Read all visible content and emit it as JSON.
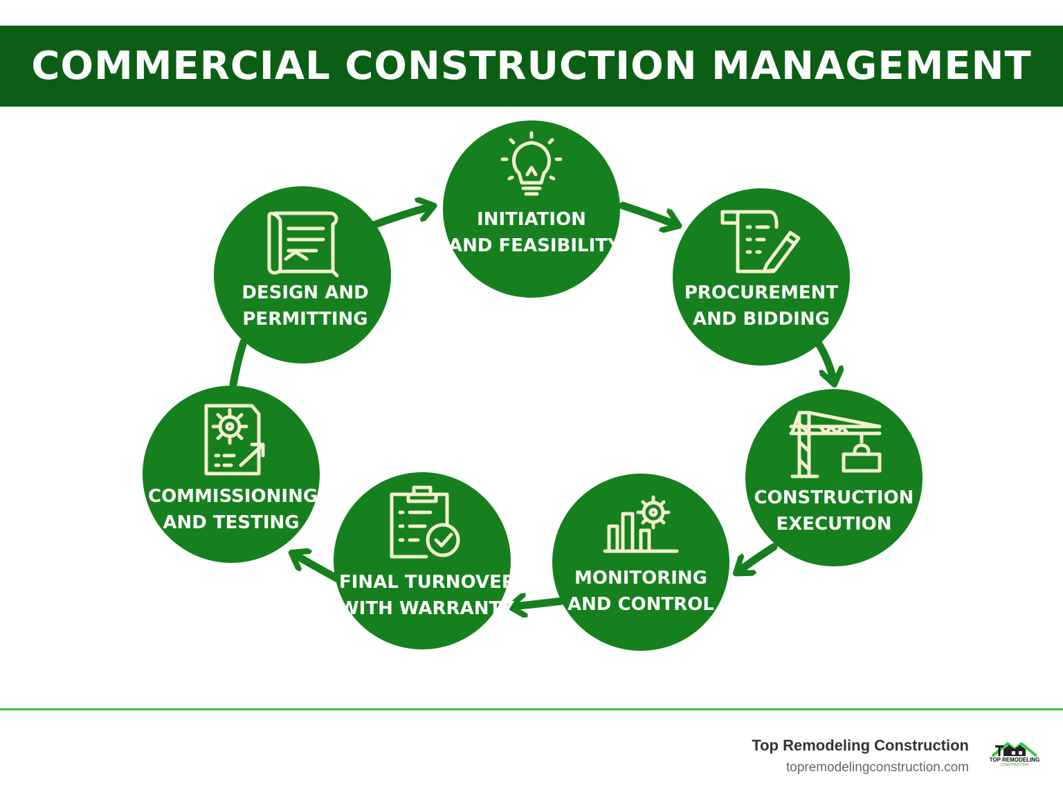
{
  "title": "COMMERCIAL CONSTRUCTION MANAGEMENT",
  "colors": {
    "header_bg": "#0b5f15",
    "node_fill": "#15801d",
    "arrow": "#15801d",
    "icon_stroke": "#f3f0cf",
    "footer_line": "#3ec23e"
  },
  "steps": [
    {
      "id": "initiation",
      "line1": "INITIATION",
      "line2": "AND FEASIBILITY",
      "icon": "lightbulb-icon"
    },
    {
      "id": "procurement",
      "line1": "PROCUREMENT",
      "line2": "AND BIDDING",
      "icon": "document-pencil-icon"
    },
    {
      "id": "execution",
      "line1": "CONSTRUCTION",
      "line2": "EXECUTION",
      "icon": "crane-icon"
    },
    {
      "id": "monitoring",
      "line1": "MONITORING",
      "line2": "AND CONTROL",
      "icon": "bar-chart-gear-icon"
    },
    {
      "id": "turnover",
      "line1": "FINAL TURNOVER",
      "line2": "WITH WARRANTY",
      "icon": "clipboard-check-icon"
    },
    {
      "id": "commissioning",
      "line1": "COMMISSIONING",
      "line2": "AND TESTING",
      "icon": "document-gear-icon"
    },
    {
      "id": "design",
      "line1": "DESIGN AND",
      "line2": "PERMITTING",
      "icon": "blueprint-scroll-icon"
    }
  ],
  "footer": {
    "brand": "Top Remodeling Construction",
    "url": "topremodelingconstruction.com",
    "logo_text": "TOP REMODELING",
    "logo_subtext": "CONSTRUCTION"
  }
}
